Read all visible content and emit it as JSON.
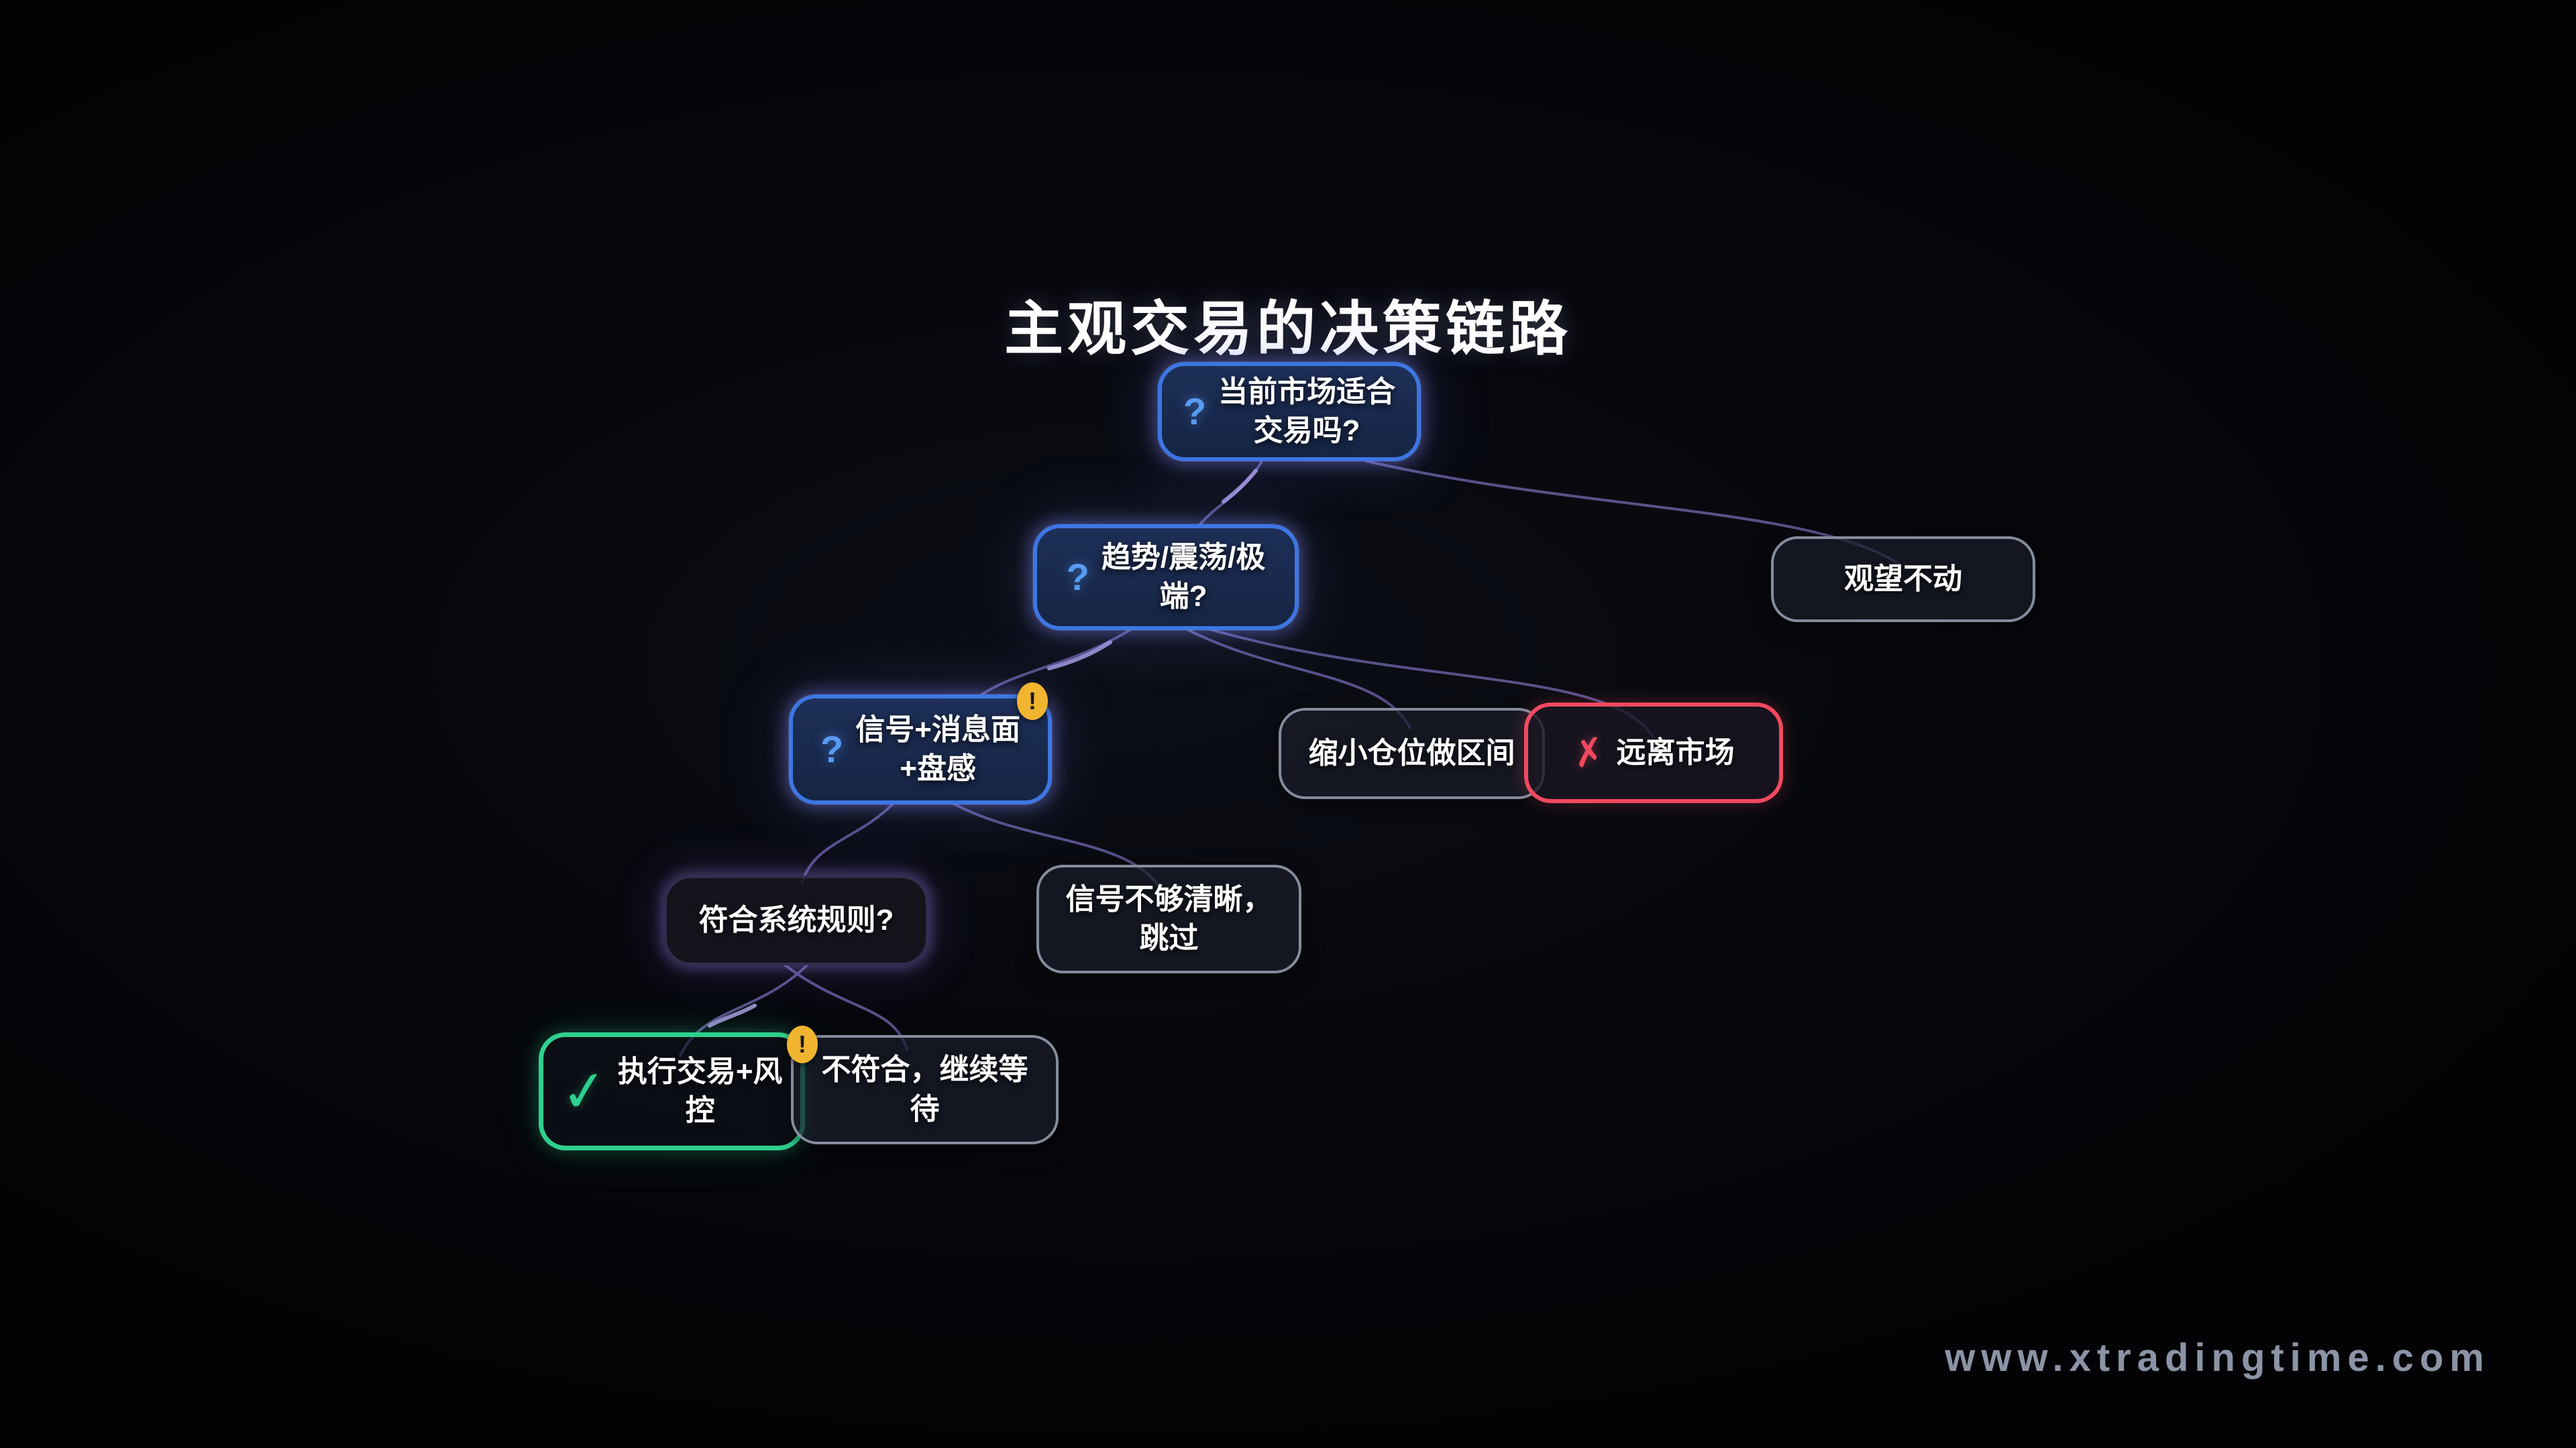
{
  "page": {
    "title": "主观交易的决策链路",
    "watermark": "www.xtradingtime.com"
  },
  "icons": {
    "question": "?",
    "check": "✓",
    "cross": "✗",
    "alert": "!"
  },
  "colors": {
    "bg-center": "#0c0f16",
    "bg-mid": "#06070c",
    "bg-edge": "#030305",
    "title": "#ffffff",
    "text": "#ffffff",
    "blue-border": "#3d76e3",
    "blue-fill-top": "#1e2f58",
    "blue-fill-bottom": "#152544",
    "grey-border": "#848c9d",
    "grey-fill": "rgba(26,29,41,0.72)",
    "red-border": "#f2495f",
    "red-fill": "rgba(27,23,35,0.80)",
    "green-border": "#2ed08d",
    "green-fill": "rgba(15,20,28,0.62)",
    "purple-border": "#322e4e",
    "purple-fill": "rgba(22,22,31,0.85)",
    "question-color": "#579bf2",
    "check-color": "#2ed08d",
    "cross-color": "#f2495f",
    "badge-bg": "#f0b42f",
    "badge-fg": "#141826",
    "edge": "#5e5590",
    "edge-hi": "#ab9fe4",
    "watermark": "#8b94a6"
  },
  "nodes": [
    {
      "id": "market-suitable",
      "lines": [
        "当前市场适合",
        "交易吗?"
      ]
    },
    {
      "id": "trend-regime",
      "lines": [
        "趋势/震荡/极",
        "端?"
      ]
    },
    {
      "id": "watch-hold",
      "lines": [
        "观望不动"
      ]
    },
    {
      "id": "signal-news-feel",
      "lines": [
        "信号+消息面",
        "+盘感"
      ]
    },
    {
      "id": "shrink-position",
      "lines": [
        "缩小仓位做区间"
      ]
    },
    {
      "id": "leave-market",
      "lines": [
        "远离市场"
      ]
    },
    {
      "id": "system-rules",
      "lines": [
        "符合系统规则?"
      ]
    },
    {
      "id": "signal-unclear",
      "lines": [
        "信号不够清晰，",
        "跳过"
      ]
    },
    {
      "id": "execute-risk",
      "lines": [
        "执行交易+风",
        "控"
      ]
    },
    {
      "id": "keep-waiting",
      "lines": [
        "不符合，继续等",
        "待"
      ]
    }
  ]
}
